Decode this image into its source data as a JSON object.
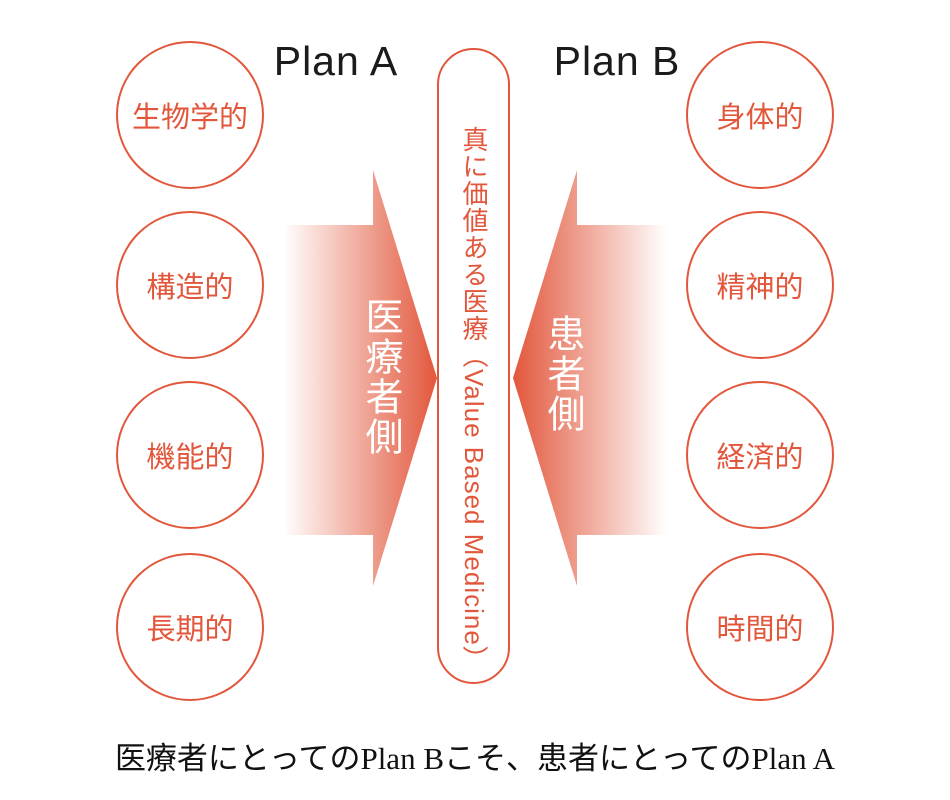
{
  "diagram": {
    "accent_color": "#E2573C",
    "plan_a_title": "Plan A",
    "plan_b_title": "Plan B",
    "left_circles": [
      "生物学的",
      "構造的",
      "機能的",
      "長期的"
    ],
    "right_circles": [
      "身体的",
      "精神的",
      "経済的",
      "時間的"
    ],
    "provider_arrow_label": "医療者側",
    "patient_arrow_label": "患者側",
    "center_pill_label": "真に価値ある医療（Value Based Medicine）",
    "caption": "医療者にとってのPlan Bこそ、患者にとってのPlan A"
  }
}
